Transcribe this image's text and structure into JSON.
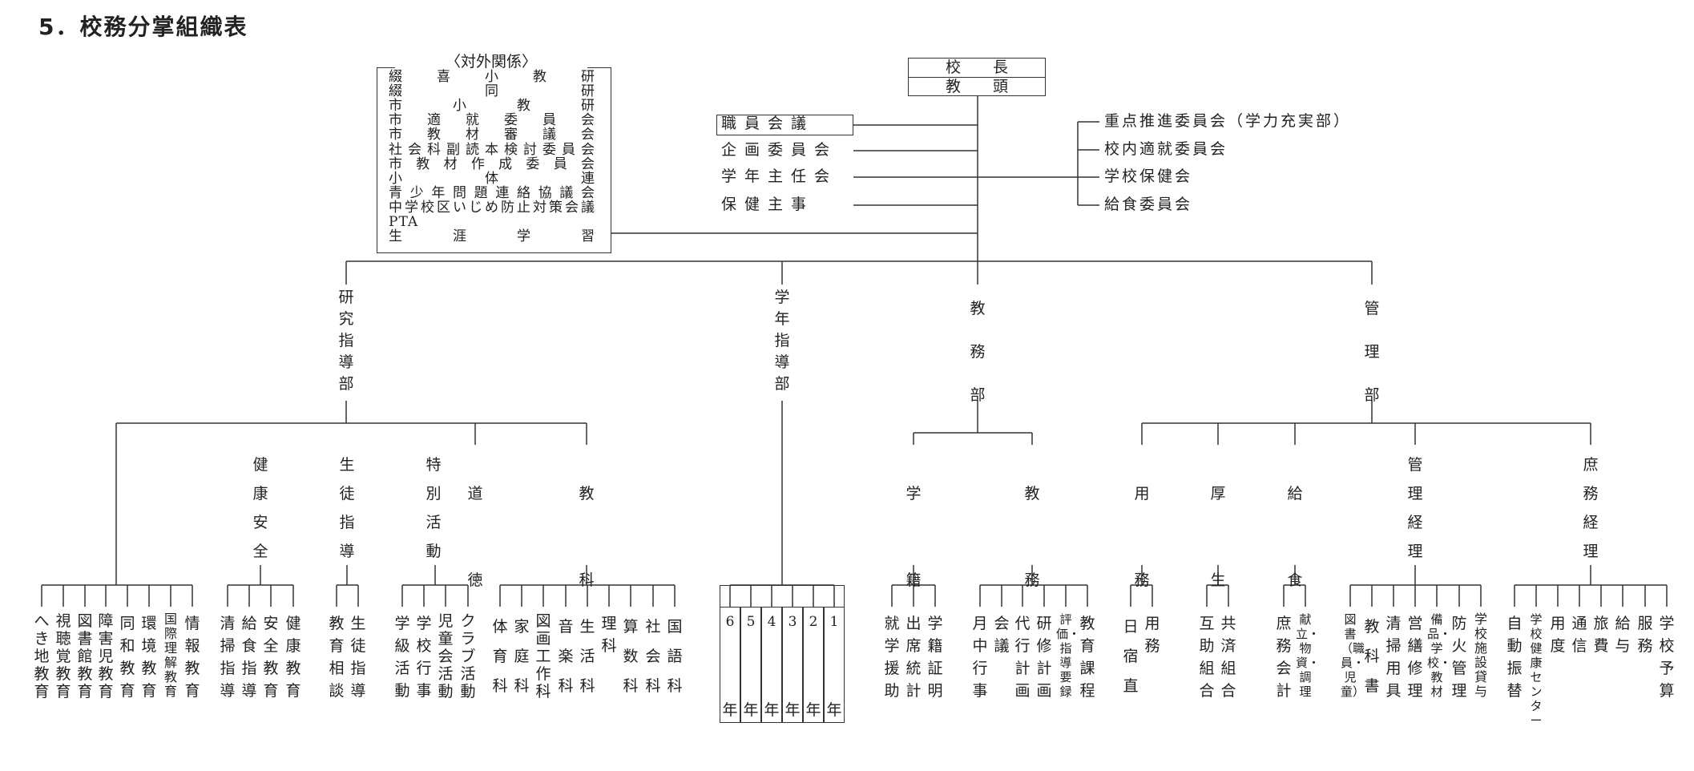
{
  "title": "5．校務分掌組織表",
  "external": {
    "title": "〈対外関係〉",
    "items": [
      "綴喜小教研",
      "綴同研",
      "市小教研",
      "市適就委員会",
      "市教材審議会",
      "社会科副読本検討委員会",
      "市教材作成委員会",
      "小体連",
      "青少年問題連絡協議会",
      "中学校区いじめ防止対策会議",
      "PTA",
      "生涯学習"
    ]
  },
  "top": {
    "principal": "校長",
    "vice_principal": "教頭"
  },
  "councils": [
    "職員会議",
    "企画委員会",
    "学年主任会",
    "保健主事"
  ],
  "committees": [
    "重点推進委員会（学力充実部）",
    "校内適就委員会",
    "学校保健会",
    "給食委員会"
  ],
  "departments": {
    "research": "研究指導部",
    "grade": "学年指導部",
    "academic": "教務部",
    "management": "管理部"
  },
  "research_groups": [
    "健康安全",
    "生徒指導",
    "特別活動",
    "道徳",
    "教科"
  ],
  "research_leaves": {
    "base": [
      "へき地教育",
      "視聴覚教育",
      "図書館教育",
      "障害児教育",
      "同和教育",
      "環境教育",
      "国際理解教育",
      "情報教育"
    ],
    "health": [
      "清掃指導",
      "給食指導",
      "安全教育",
      "健康教育"
    ],
    "guidance": [
      "教育相談",
      "生徒指導"
    ],
    "activities": [
      "学級活動",
      "学校行事",
      "児童会活動",
      "クラブ活動"
    ],
    "subjects": [
      "体育科",
      "家庭科",
      "図画工作科",
      "音楽科",
      "生活科",
      "理科",
      "算数科",
      "社会科",
      "国語科"
    ]
  },
  "grades": {
    "numbers": [
      "6",
      "5",
      "4",
      "3",
      "2",
      "1"
    ],
    "suffix": "年"
  },
  "academic_groups": [
    "学籍",
    "教務"
  ],
  "academic_leaves": {
    "register": [
      "就学援助",
      "出席統計",
      "学籍証明"
    ],
    "affairs": [
      "月中行事",
      "会議",
      "代行計画",
      "研修計画",
      "評価・指導要録",
      "教育課程"
    ]
  },
  "management_groups": [
    "用務",
    "厚生",
    "給食",
    "管理経理",
    "庶務経理"
  ],
  "management_leaves": {
    "service": [
      "日宿直",
      "用務"
    ],
    "welfare": [
      "互助組合",
      "共済組合"
    ],
    "lunch": [
      "庶務会計",
      "献立・物資・調理"
    ],
    "mgmt": [
      "図書（職員・児童）",
      "教科書",
      "清掃用具",
      "営繕修理",
      "備品・学校・教材",
      "防火管理",
      "学校施設貸与"
    ],
    "general": [
      "自動振替",
      "学校健康センター",
      "用度",
      "通信",
      "旅費",
      "給与",
      "服務",
      "学校予算"
    ]
  }
}
